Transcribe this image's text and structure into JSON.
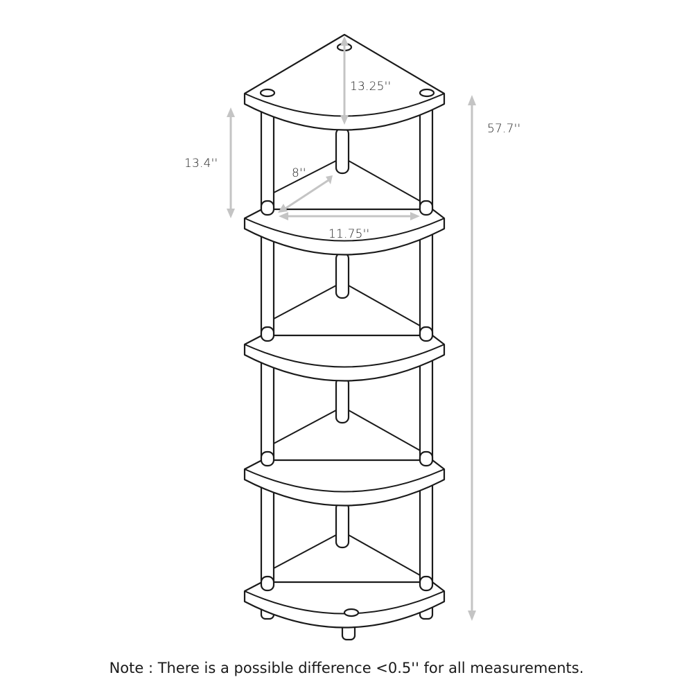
{
  "diagram": {
    "subject": "5-tier corner shelf",
    "line_color": "#1a1a1a",
    "dimension_color": "#c4c4c4",
    "shelf_count": 5,
    "dimensions": {
      "depth_top": "13.25''",
      "shelf_spacing": "13.4''",
      "side_depth": "8''",
      "width": "11.75''",
      "total_height": "57.7''"
    }
  },
  "footer": {
    "note": "Note : There is a possible difference <0.5'' for all measurements."
  }
}
